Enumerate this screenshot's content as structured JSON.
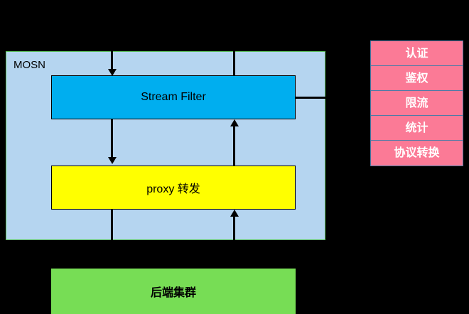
{
  "diagram": {
    "container": {
      "label": "MOSN",
      "fill": "#b5d5f0",
      "stroke": "#5bbf5b"
    },
    "nodes": [
      {
        "id": "stream-filter",
        "label": "Stream Filter",
        "fill": "#00aeef",
        "stroke": "#000000"
      },
      {
        "id": "proxy",
        "label": "proxy 转发",
        "fill": "#ffff00",
        "stroke": "#000000"
      },
      {
        "id": "backend",
        "label": "后端集群",
        "fill": "#77dd55",
        "stroke": "none"
      }
    ],
    "features": {
      "fill": "#fb7a96",
      "stroke": "#4a7ba7",
      "text_color": "#ffffff",
      "items": [
        {
          "label": "认证"
        },
        {
          "label": "鉴权"
        },
        {
          "label": "限流"
        },
        {
          "label": "统计"
        },
        {
          "label": "协议转换"
        }
      ]
    },
    "connectors": [
      {
        "id": "inbound-request",
        "from": "外部",
        "to": "stream-filter",
        "direction": "down",
        "arrow": true
      },
      {
        "id": "outbound-response",
        "from": "stream-filter",
        "to": "外部",
        "direction": "up",
        "arrow": false
      },
      {
        "id": "filter-to-proxy",
        "from": "stream-filter",
        "to": "proxy",
        "direction": "down",
        "arrow": true
      },
      {
        "id": "proxy-to-filter",
        "from": "proxy",
        "to": "stream-filter",
        "direction": "up",
        "arrow": true
      },
      {
        "id": "proxy-to-backend",
        "from": "proxy",
        "to": "backend",
        "direction": "down",
        "arrow": false
      },
      {
        "id": "backend-to-proxy",
        "from": "backend",
        "to": "proxy",
        "direction": "up",
        "arrow": true
      },
      {
        "id": "filter-to-features",
        "from": "stream-filter",
        "to": "features",
        "direction": "right",
        "arrow": false
      }
    ],
    "background": "#000000"
  }
}
